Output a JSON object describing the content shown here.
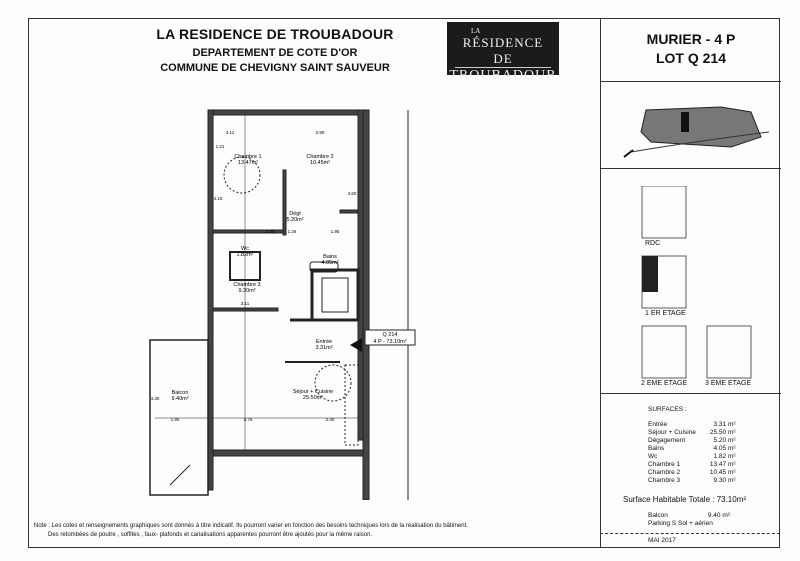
{
  "header": {
    "title": "LA RESIDENCE DE TROUBADOUR",
    "department": "DEPARTEMENT DE COTE D'OR",
    "commune": "COMMUNE DE CHEVIGNY SAINT SAUVEUR"
  },
  "logo": {
    "la": "LA",
    "line1": "RÉSIDENCE DE",
    "line2": "TROUBADOUR"
  },
  "lot": {
    "type": "MURIER - 4 P",
    "lot": "LOT  Q 214"
  },
  "floors": [
    "RDC",
    "1 ER ETAGE",
    "2 EME ETAGE",
    "3 EME ETAGE"
  ],
  "rooms": [
    {
      "name": "Chambre 1",
      "area": "13.47m²"
    },
    {
      "name": "Chambre 2",
      "area": "10.45m²"
    },
    {
      "name": "Dégt",
      "area": "5.20m²"
    },
    {
      "name": "Wc",
      "area": "1.82m²"
    },
    {
      "name": "Bains",
      "area": "4.05m²"
    },
    {
      "name": "Chambre 3",
      "area": "9.30m²"
    },
    {
      "name": "Entrée",
      "area": "3.31m²"
    },
    {
      "name": "Séjour + Cuisine",
      "area": "25.50m²"
    },
    {
      "name": "Balcon",
      "area": "9.40m²"
    }
  ],
  "lot_tag": {
    "line1": "Q 214",
    "line2": "4 P - 73.10m²"
  },
  "dims": [
    "3.11",
    "2.90",
    "1.21",
    "4.15",
    "3.60",
    "1.30",
    "1.26",
    "1.95",
    "3.11",
    "1.90",
    "3.75",
    "2.40",
    "4.30"
  ],
  "surfaces": {
    "heading": "SURFACES :",
    "rows": [
      {
        "label": "Entrée",
        "value": "3.31 m²"
      },
      {
        "label": "Séjour + Cuisine",
        "value": "25.50 m²"
      },
      {
        "label": "Dégagement",
        "value": "5.20 m²"
      },
      {
        "label": "Bains",
        "value": "4.05 m²"
      },
      {
        "label": "Wc",
        "value": "1.82 m²"
      },
      {
        "label": "Chambre 1",
        "value": "13.47 m²"
      },
      {
        "label": "Chambre 2",
        "value": "10.45 m²"
      },
      {
        "label": "Chambre 3",
        "value": "9.30 m²"
      }
    ],
    "total": "Surface Habitable Totale  : 73.10m²",
    "balcon_label": "Balcon",
    "balcon_value": "9.40 m²",
    "parking": "Parking S Sol + aérien"
  },
  "date": "MAI 2017",
  "note": {
    "line1": "Note : Les cotes et renseignements graphiques sont donnés à titre indicatif. Ils pourront varier en fonction des besoins techniques lors de la réalisation du bâtiment.",
    "line2": "Des retombées de poutre , soffites , faux- plafonds et canalisations apparentes pourront être ajoutés pour la même raison."
  }
}
